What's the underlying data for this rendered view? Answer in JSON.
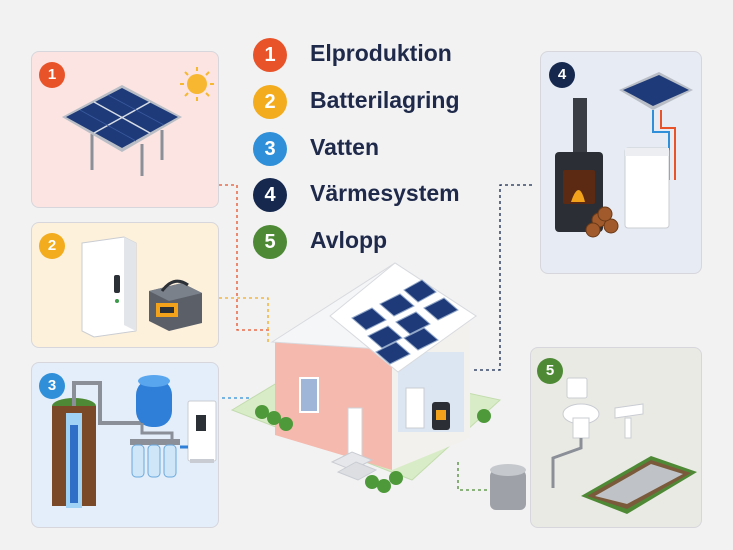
{
  "legend": [
    {
      "num": "1",
      "label": "Elproduktion",
      "color": "#e8532a"
    },
    {
      "num": "2",
      "label": "Batterilagring",
      "color": "#f2ac1e"
    },
    {
      "num": "3",
      "label": "Vatten",
      "color": "#2f8fd8"
    },
    {
      "num": "4",
      "label": "Värmesystem",
      "color": "#16284e"
    },
    {
      "num": "5",
      "label": "Avlopp",
      "color": "#4e8a36"
    }
  ],
  "panels": {
    "p1": {
      "num": "1",
      "color": "#e8532a",
      "bg": "#fbe4e2"
    },
    "p2": {
      "num": "2",
      "color": "#f2ac1e",
      "bg": "#fdf1dc"
    },
    "p3": {
      "num": "3",
      "color": "#2f8fd8",
      "bg": "#e3eefa"
    },
    "p4": {
      "num": "4",
      "color": "#16284e",
      "bg": "#e6ebf4"
    },
    "p5": {
      "num": "5",
      "color": "#4e8a36",
      "bg": "#eaeae4"
    }
  }
}
